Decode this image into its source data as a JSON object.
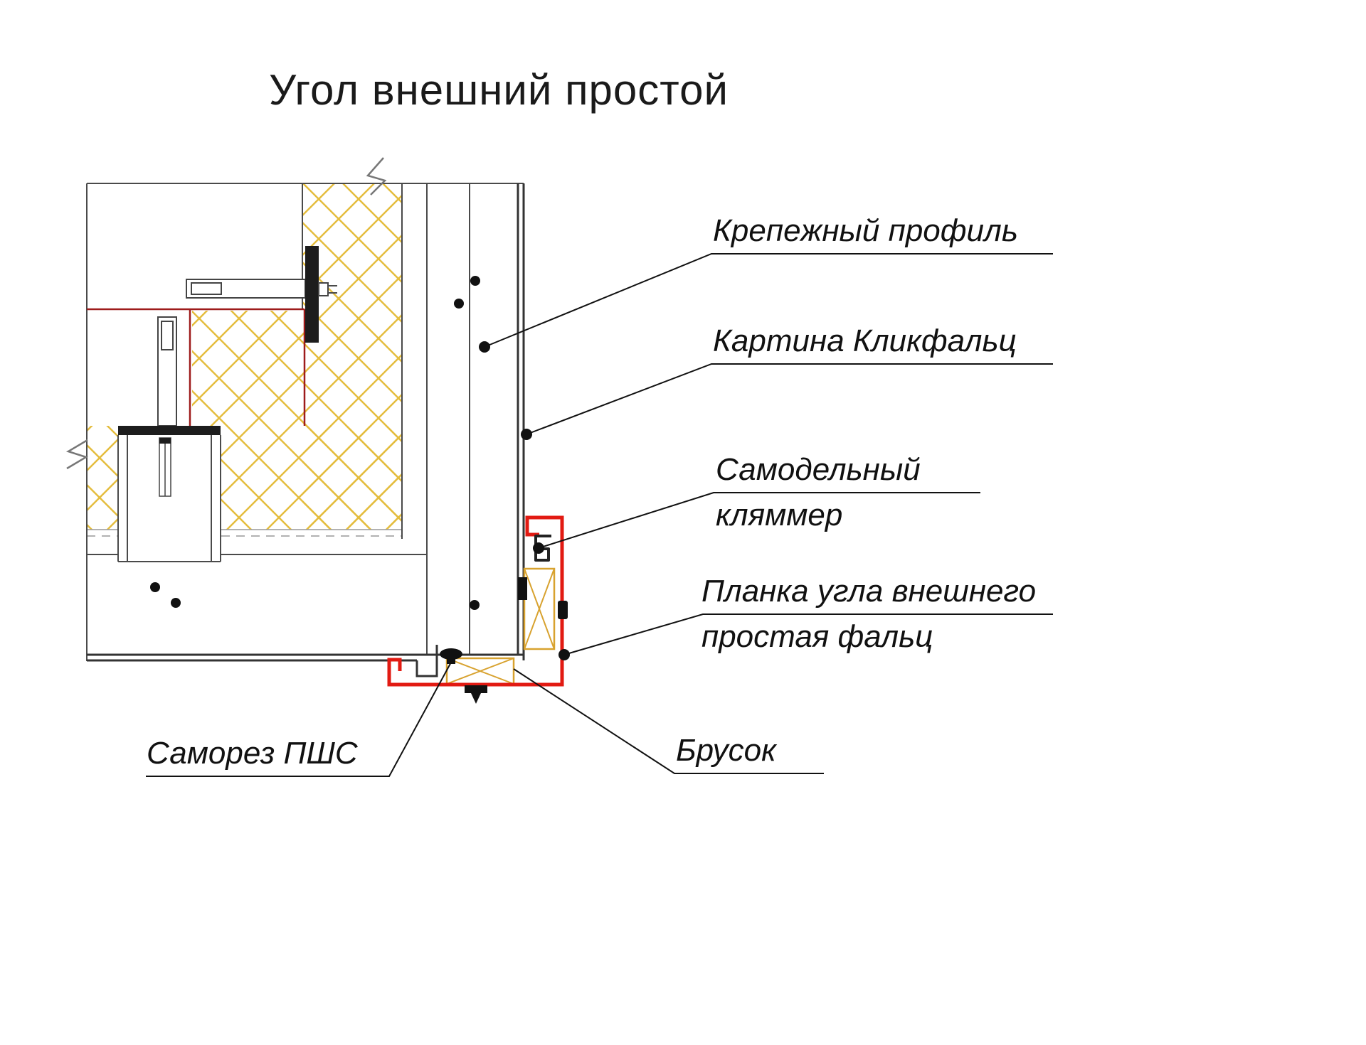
{
  "title": "Угол внешний простой",
  "callouts": {
    "fastening_profile": {
      "line1": "Крепежный профиль"
    },
    "clickfalz_sheet": {
      "line1": "Картина Кликфальц"
    },
    "homemade_clamp": {
      "line1": "Самодельный",
      "line2": "кляммер"
    },
    "corner_trim": {
      "line1": "Планка угла внешнего",
      "line2": "простая фальц"
    },
    "wood_block": {
      "line1": "Брусок"
    },
    "self_tapping_screw": {
      "line1": "Саморез ПШС"
    }
  },
  "colors": {
    "trim_red": "#e21a12",
    "barrier_red": "#9e1b1b",
    "insulation_yellow": "#e4bd3e",
    "wood_outline": "#d8a22f",
    "structure_gray": "#4a4a4a",
    "ink_black": "#111111"
  }
}
